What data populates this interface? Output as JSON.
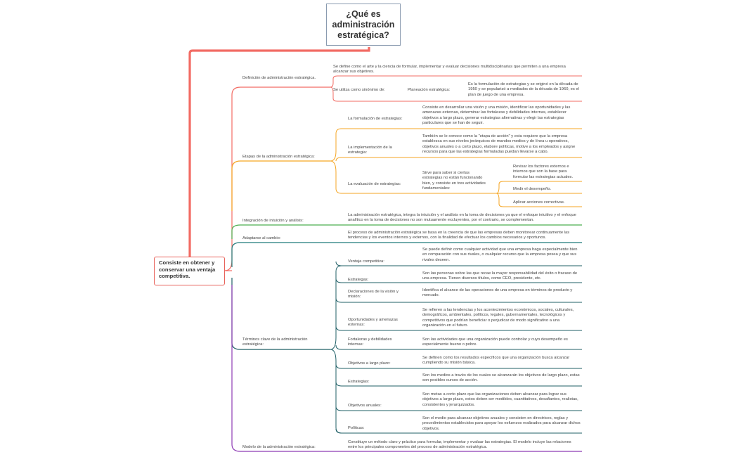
{
  "title": "¿Qué es administración estratégica?",
  "root": "Consiste en obtener y conservar una ventaja competitiva.",
  "def": {
    "label": "Definición de administración estratégica.",
    "text": "Se define como el arte y la ciencia de formular, implementar y evaluar decisiones multidisciplinarias que permiten a una empresa alcanzar sus objetivos.",
    "syn_label": "Se utiliza como sinónimo de:",
    "syn_term": "Planeación estratégica:",
    "syn_text": "Es la formulación de estrategias y se originó en la década de 1950 y se popularizó a mediados de la década de 1960, es el plan de juego de una empresa."
  },
  "etapas": {
    "label": "Etapas de la administración estratégica:",
    "form_label": "La formulación de estrategias:",
    "form_text": "Consiste en desarrollar una visión y una misión, identificar las oportunidades y las amenazas externas, determinar las fortalezas y debilidades internas, establecer objetivos a largo plazo, generar estrategias alternativas y elegir las estrategias particulares que se han de seguir.",
    "impl_label": "La implementación de la estrategia:",
    "impl_text": "También se le conoce como la \"etapa de acción\" y esta requiere que la empresa establezca en sus niveles jerárquicos de mandos medios y de línea u operativos, objetivos anuales o a corto plazo, elabore políticas, motive a los empleados y asigne recursos para que las estrategias formuladas puedan llevarse a cabo.",
    "eval_label": "La evaluación de estrategias:",
    "eval_text": "Sirve para saber si ciertas estrategias no están funcionando bien, y consiste en tres actividades fundamentales:",
    "act1": "Revisar los factores externos e internos que son la base para formular las estrategias actuales.",
    "act2": "Medir el desempeño.",
    "act3": "Aplicar acciones correctivas."
  },
  "integ": {
    "label": "Integración de intuición y análisis:",
    "text": "La administración estratégica, integra la intuición y el análisis en la toma de decisiones ya que el enfoque intuitivo y el enfoque analítico en la toma de decisiones no son mutuamente excluyentes, por el contrario, se complementan."
  },
  "adapt": {
    "label": "Adaptarse al cambio:",
    "text": "El proceso de administración estratégica se basa en la creencia de que las empresas deben monitorear continuamente las tendencias y los eventos internos y externos, con la finalidad de efectuar los cambios necesarios y oportunos."
  },
  "terminos": {
    "label": "Términos clave de la administración estratégica:",
    "items": [
      {
        "label": "Ventaja competitiva:",
        "text": "Se puede definir como cualquier actividad que una empresa haga especialmente bien en comparación con sus rivales, o cualquier recurso que la empresa posea y que sus rivales deseen."
      },
      {
        "label": "Estrategas:",
        "text": "Son las personas sobre las que recae la mayor responsabilidad del éxito o fracaso de una empresa. Tienen diversos títulos, como CEO, presidente, etc."
      },
      {
        "label": "Declaraciones de la visión y misión:",
        "text": "Identifica el alcance de las operaciones de una empresa en términos de producto y mercado."
      },
      {
        "label": "Oportunidades y amenazas externas:",
        "text": "Se refieren a las tendencias y los acontecimientos económicos, sociales, culturales, demográficos, ambientales, políticos, legales, gubernamentales, tecnológicos y competitivos que podrían beneficiar o perjudicar de modo significativo a una organización en el futuro."
      },
      {
        "label": "Fortalezas y debilidades internas:",
        "text": "Son las actividades que una organización puede controlar y cuyo desempeño es especialmente bueno o pobre."
      },
      {
        "label": "Objetivos a largo plazo:",
        "text": "Se definen como los resultados específicos que una organización busca alcanzar cumpliendo su misión básica."
      },
      {
        "label": "Estrategias:",
        "text": "Son los medios a través de los cuales se alcanzarán los objetivos de largo plazo, estas son posibles cursos de acción."
      },
      {
        "label": "Objetivos anuales:",
        "text": "Son metas a corto plazo que las organizaciones deben alcanzar para lograr sus objetivos a largo plazo, estos deben ser medibles, cuantitativos, desafiantes, realistas, consistentes y jerarquizados."
      },
      {
        "label": "Políticas:",
        "text": "Son el medio para alcanzar objetivos anuales y consisten en directrices, reglas y procedimientos establecidos para apoyar los esfuerzos realizados para alcanzar dichos objetivos."
      }
    ]
  },
  "modelo": {
    "label": "Modelo de la administración estratégica:",
    "text": "Constituye un método claro y práctico para formular, implementar y evaluar las estrategias. El modelo incluye las relaciones entre los principales componentes del proceso de administración estratégica."
  },
  "colors": {
    "red": "#f26b63",
    "orange": "#f5a623",
    "green": "#4caf50",
    "teal": "#1f7a7a",
    "purple": "#8e3bb5"
  }
}
